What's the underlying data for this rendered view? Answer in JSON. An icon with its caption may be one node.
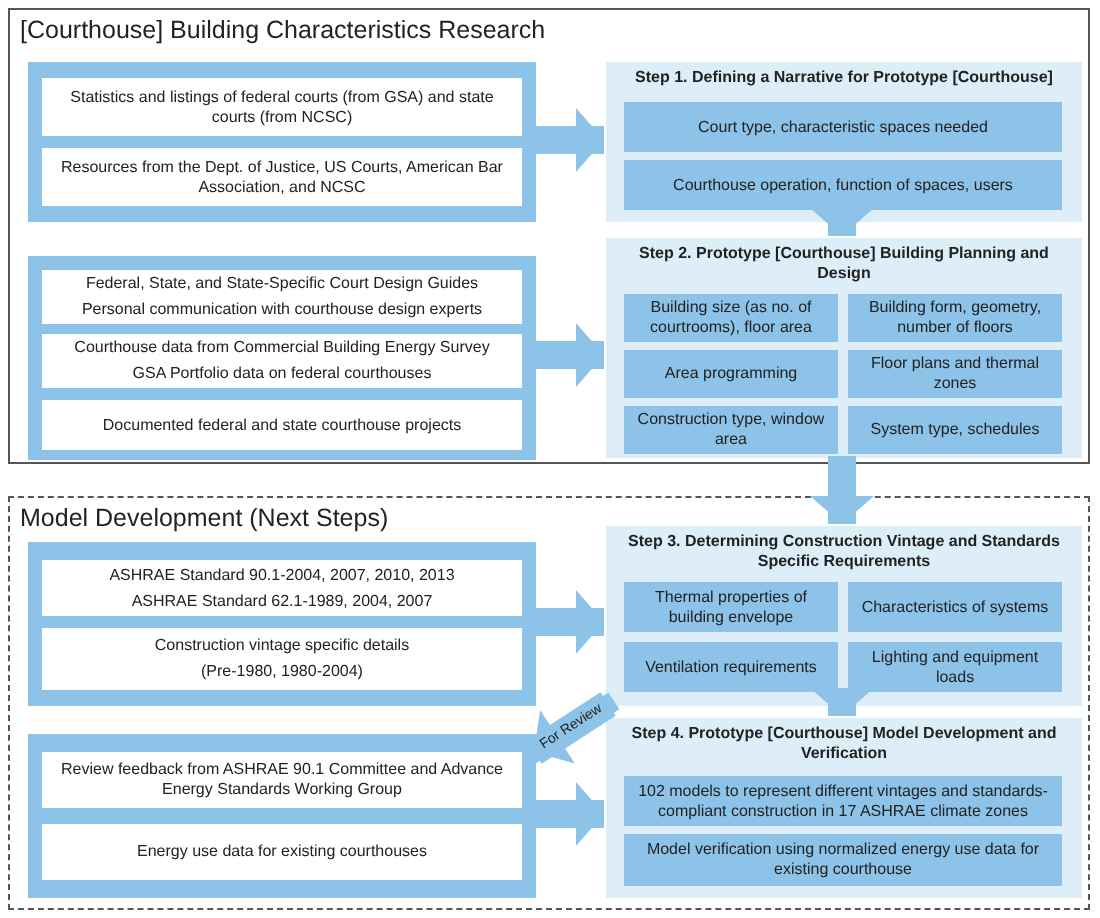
{
  "diagram": {
    "nodes": [
      {
        "text": [
          "[Courthouse]  Building Characteristics Research"
        ]
      },
      {
        "text": [],
        "shape": "box",
        "in": 0
      },
      {
        "text": [
          "Statistics and listings of federal courts (from GSA) and state courts (from NCSC)"
        ],
        "in": 1
      },
      {
        "text": [
          "Resources from the Dept. of Justice, US Courts, American Bar Association, and NCSC"
        ],
        "in": 1
      },
      {
        "text": [],
        "shape": "box",
        "in": 0
      },
      {
        "text": [
          "Federal, State, and State-Specific Court Design Guides",
          "Personal communication with courthouse design experts"
        ],
        "in": 4
      },
      {
        "text": [
          "Courthouse data from Commercial Building Energy Survey",
          "GSA Portfolio data on federal courthouses"
        ],
        "in": 4
      },
      {
        "text": [
          "Documented federal and state courthouse projects"
        ],
        "in": 4
      },
      {
        "text": [
          "Step 1. Defining a Narrative for Prototype [Courthouse]"
        ],
        "in": 0
      },
      {
        "text": [
          "Court type, characteristic spaces needed"
        ],
        "in": 8
      },
      {
        "text": [
          "Courthouse operation, function of spaces, users"
        ],
        "in": 8
      },
      {
        "text": [
          "Step 2. Prototype [Courthouse] Building Planning and Design"
        ],
        "in": 0
      },
      {
        "text": [
          "Building size (as no. of courtrooms), floor area"
        ],
        "in": 11
      },
      {
        "text": [
          "Building form, geometry, number of floors"
        ],
        "in": 11
      },
      {
        "text": [
          "Area programming"
        ],
        "in": 11
      },
      {
        "text": [
          "Floor plans and thermal zones"
        ],
        "in": 11
      },
      {
        "text": [
          "Construction type, window area"
        ],
        "in": 11
      },
      {
        "text": [
          "System type, schedules"
        ],
        "in": 11
      },
      {
        "text": [
          "Model Development (Next Steps)"
        ]
      },
      {
        "text": [],
        "shape": "box",
        "in": 18
      },
      {
        "text": [
          "ASHRAE Standard 90.1-2004, 2007, 2010, 2013",
          "ASHRAE Standard 62.1-1989, 2004, 2007"
        ],
        "in": 19
      },
      {
        "text": [
          "Construction vintage specific details",
          "(Pre-1980, 1980-2004)"
        ],
        "in": 19
      },
      {
        "text": [],
        "shape": "box",
        "in": 18
      },
      {
        "text": [
          "Review feedback from ASHRAE 90.1 Committee and Advance Energy Standards Working Group"
        ],
        "in": 22
      },
      {
        "text": [
          "Energy use data for existing courthouses"
        ],
        "in": 22
      },
      {
        "text": [
          "Step 3. Determining Construction Vintage and Standards Specific Requirements"
        ],
        "in": 18
      },
      {
        "text": [
          "Thermal properties of building envelope"
        ],
        "in": 25
      },
      {
        "text": [
          "Characteristics of systems"
        ],
        "in": 25
      },
      {
        "text": [
          "Ventilation requirements"
        ],
        "in": 25
      },
      {
        "text": [
          "Lighting and equipment loads"
        ],
        "in": 25
      },
      {
        "text": [
          "Step 4. Prototype [Courthouse]  Model Development and Verification"
        ],
        "in": 18
      },
      {
        "text": [
          "102 models to represent different vintages and standards-compliant construction in 17 ASHRAE climate zones"
        ],
        "in": 30
      },
      {
        "text": [
          "Model verification using normalized energy use data for existing courthouse"
        ],
        "in": 30
      }
    ],
    "edges": [
      {
        "from": 1,
        "to": 8,
        "arrow": "to"
      },
      {
        "from": 4,
        "to": 11,
        "arrow": "to"
      },
      {
        "from": 8,
        "to": 11,
        "arrow": "to"
      },
      {
        "from": 11,
        "to": 25,
        "arrow": "to"
      },
      {
        "from": 19,
        "to": 25,
        "arrow": "to"
      },
      {
        "from": 22,
        "to": 30,
        "arrow": "to"
      },
      {
        "from": 25,
        "to": 30,
        "arrow": "to"
      },
      {
        "from": 25,
        "to": 22,
        "arrow": "to",
        "label": "For Review"
      }
    ]
  }
}
